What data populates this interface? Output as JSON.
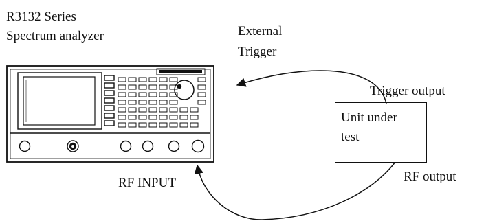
{
  "analyzer": {
    "model": "R3132 Series",
    "type": "Spectrum analyzer"
  },
  "external_trigger": {
    "line1": "External",
    "line2": "Trigger"
  },
  "trigger_output": "Trigger output",
  "unit_under_test": {
    "line1": "Unit under",
    "line2": "test"
  },
  "rf_input": "RF INPUT",
  "rf_output": "RF output",
  "colors": {
    "ink": "#111111",
    "background": "#ffffff"
  }
}
